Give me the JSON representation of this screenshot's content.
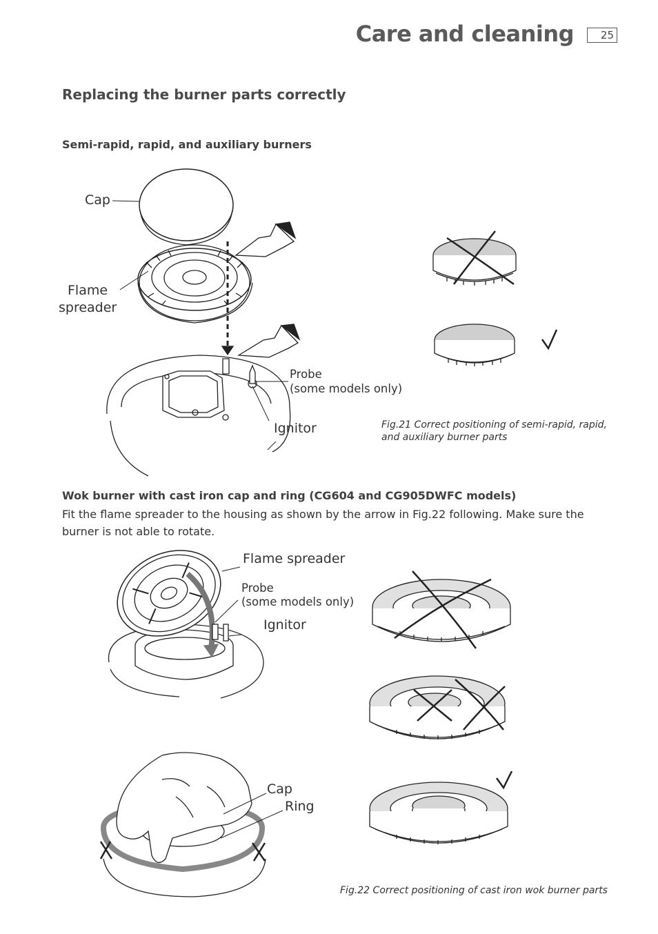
{
  "header": {
    "title": "Care and cleaning",
    "page_number": "25"
  },
  "section": {
    "heading": "Replacing the burner parts correctly"
  },
  "figure21": {
    "heading": "Semi-rapid, rapid, and auxiliary burners",
    "labels": {
      "cap": "Cap",
      "flame_spreader_line1": "Flame",
      "flame_spreader_line2": "spreader",
      "probe_line1": "Probe",
      "probe_line2": "(some models only)",
      "ignitor": "Ignitor"
    },
    "caption_line1": "Fig.21 Correct positioning of semi-rapid, rapid,",
    "caption_line2": "and auxiliary burner parts"
  },
  "wok": {
    "heading": "Wok burner with cast iron cap and ring (CG604 and CG905DWFC models)",
    "instruction": "Fit the flame spreader to the housing as shown by the arrow in Fig.22 following. Make sure the burner is not able to rotate."
  },
  "figure22": {
    "labels": {
      "flame_spreader": "Flame spreader",
      "probe_line1": "Probe",
      "probe_line2": "(some models only)",
      "ignitor": "Ignitor",
      "cap": "Cap",
      "ring": "Ring"
    },
    "caption": "Fig.22 Correct positioning of cast iron wok burner parts"
  }
}
